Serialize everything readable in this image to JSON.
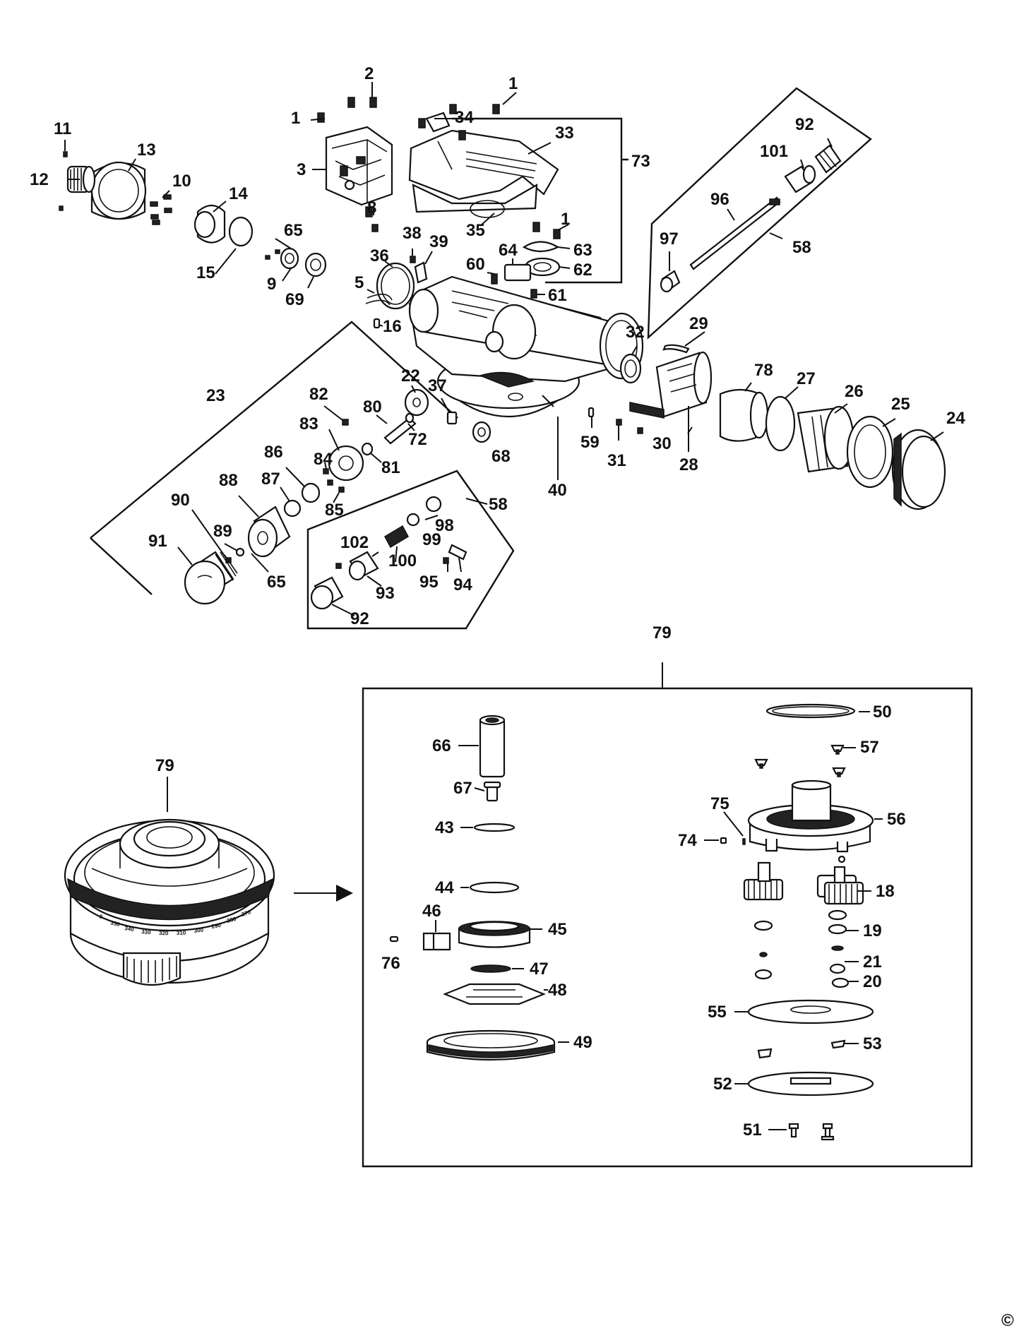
{
  "copyright_symbol": "©",
  "callouts": {
    "c1a": "1",
    "c1b": "1",
    "c1c": "1",
    "c2": "2",
    "c3": "3",
    "c5": "5",
    "c8": "8",
    "c9": "9",
    "c10": "10",
    "c11": "11",
    "c12": "12",
    "c13": "13",
    "c14": "14",
    "c15": "15",
    "c16": "16",
    "c18": "18",
    "c19": "19",
    "c20": "20",
    "c21": "21",
    "c22": "22",
    "c23": "23",
    "c24": "24",
    "c25": "25",
    "c26": "26",
    "c27": "27",
    "c28": "28",
    "c29": "29",
    "c30": "30",
    "c31": "31",
    "c32": "32",
    "c33": "33",
    "c34": "34",
    "c35": "35",
    "c36": "36",
    "c37": "37",
    "c38": "38",
    "c39": "39",
    "c40": "40",
    "c43": "43",
    "c44": "44",
    "c45": "45",
    "c46": "46",
    "c47": "47",
    "c48": "48",
    "c49": "49",
    "c50": "50",
    "c51": "51",
    "c52": "52",
    "c53": "53",
    "c55": "55",
    "c56": "56",
    "c57": "57",
    "c58a": "58",
    "c58b": "58",
    "c59": "59",
    "c60": "60",
    "c61": "61",
    "c62": "62",
    "c63": "63",
    "c64": "64",
    "c65a": "65",
    "c65b": "65",
    "c66": "66",
    "c67": "67",
    "c68": "68",
    "c69": "69",
    "c72": "72",
    "c73": "73",
    "c74": "74",
    "c75": "75",
    "c76": "76",
    "c78": "78",
    "c79a": "79",
    "c79b": "79",
    "c80": "80",
    "c81": "81",
    "c82": "82",
    "c83": "83",
    "c84": "84",
    "c85": "85",
    "c86": "86",
    "c87": "87",
    "c88": "88",
    "c89": "89",
    "c90": "90",
    "c91": "91",
    "c92a": "92",
    "c92b": "92",
    "c93": "93",
    "c94": "94",
    "c95": "95",
    "c96": "96",
    "c97": "97",
    "c98": "98",
    "c99": "99",
    "c100": "100",
    "c101": "101",
    "c102": "102"
  },
  "dial_scale": [
    "0",
    "350",
    "340",
    "330",
    "320",
    "310",
    "300",
    "290",
    "280",
    "270"
  ]
}
